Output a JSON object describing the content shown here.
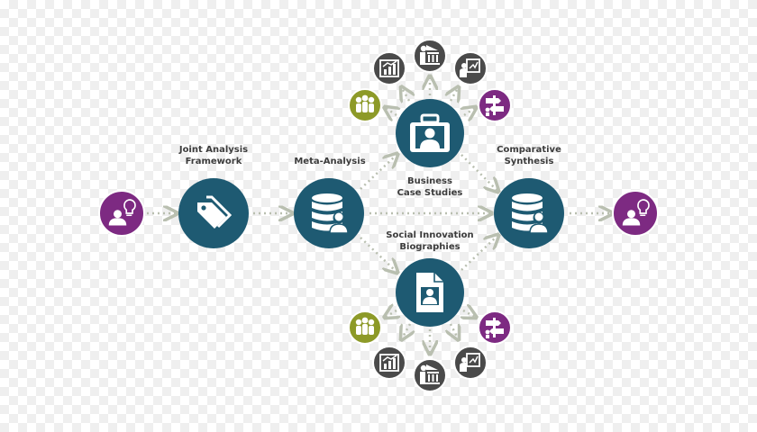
{
  "labels": {
    "joint_analysis": "Joint Analysis\nFramework",
    "meta_analysis": "Meta-Analysis",
    "business_case": "Business\nCase Studies",
    "social_innovation": "Social Innovation\nBiographies",
    "comparative": "Comparative\nSynthesis"
  },
  "colors": {
    "teal": "#1e5a72",
    "purple": "#7d2a82",
    "olive": "#8d9a28",
    "charcoal": "#4a4a4a",
    "arrow": "#b9bfb0"
  },
  "icons": {
    "input": "person-idea-icon",
    "framework": "tags-icon",
    "meta": "database-person-icon",
    "business": "briefcase-person-icon",
    "biographies": "document-person-icon",
    "synthesis": "database-person-icon",
    "output": "person-idea-icon",
    "satellites": [
      "group-icon",
      "bar-chart-icon",
      "institution-icon",
      "presentation-icon",
      "signpost-icon"
    ]
  }
}
